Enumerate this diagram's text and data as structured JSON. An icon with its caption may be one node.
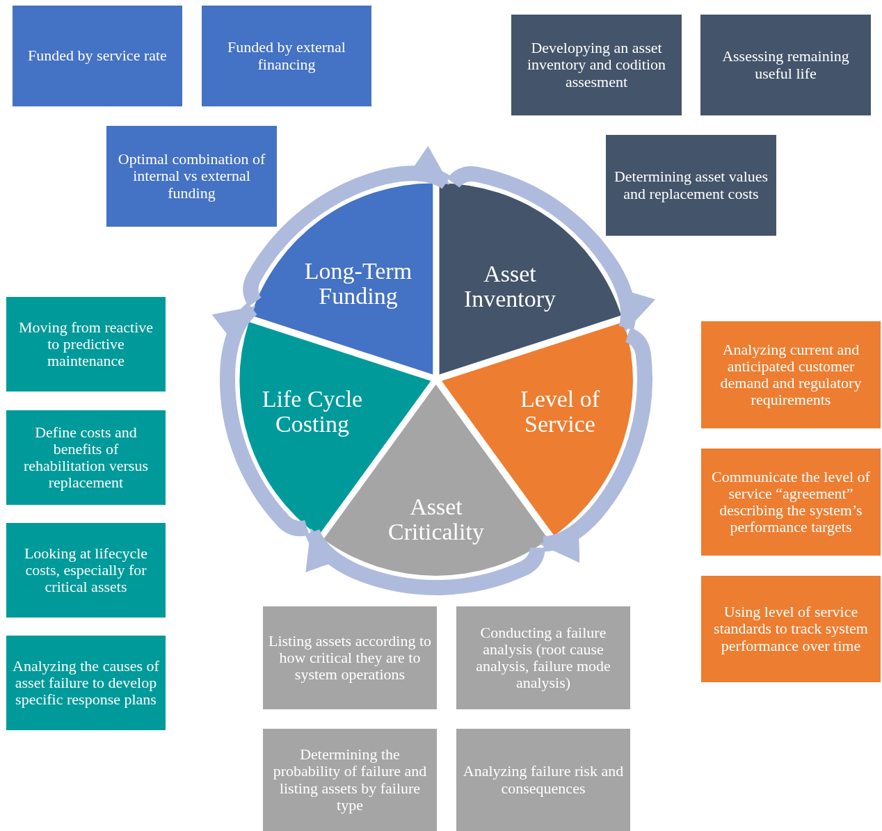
{
  "diagram": {
    "nodes": [
      {
        "text": [
          "Long-Term Funding"
        ]
      },
      {
        "text": [
          "Asset Inventory"
        ]
      },
      {
        "text": [
          "Level of Service"
        ]
      },
      {
        "text": [
          "Asset Criticality"
        ]
      },
      {
        "text": [
          "Life Cycle Costing"
        ]
      },
      {
        "text": [
          "Funded by service rate"
        ]
      },
      {
        "text": [
          "Funded by external financing"
        ]
      },
      {
        "text": [
          "Optimal combination of internal vs external funding"
        ]
      },
      {
        "text": [
          "Developying an asset inventory and codition assesment"
        ]
      },
      {
        "text": [
          "Assessing remaining useful life"
        ]
      },
      {
        "text": [
          "Determining asset values and replacement costs"
        ]
      },
      {
        "text": [
          "Analyzing current and anticipated customer demand and regulatory requirements"
        ]
      },
      {
        "text": [
          "Communicate the level of service “agreement” describing the system’s performance targets"
        ]
      },
      {
        "text": [
          "Using level of service standards to track system performance over time"
        ]
      },
      {
        "text": [
          "Listing assets according to how critical they are to system operations"
        ]
      },
      {
        "text": [
          "Conducting a failure analysis (root cause analysis, failure mode analysis)"
        ]
      },
      {
        "text": [
          "Determining the probability of failure and listing assets by failure type"
        ]
      },
      {
        "text": [
          "Analyzing failure risk and consequences"
        ]
      },
      {
        "text": [
          "Moving from reactive to predictive maintenance"
        ]
      },
      {
        "text": [
          "Define costs and benefits of rehabilitation versus replacement"
        ]
      },
      {
        "text": [
          "Looking at lifecycle costs, especially for critical assets"
        ]
      },
      {
        "text": [
          "Analyzing the causes of asset failure to develop specific response plans"
        ]
      }
    ],
    "edges": [
      {
        "from": 0,
        "to": 1,
        "arrow": "to"
      },
      {
        "from": 1,
        "to": 2,
        "arrow": "to"
      },
      {
        "from": 2,
        "to": 3,
        "arrow": "to"
      },
      {
        "from": 3,
        "to": 4,
        "arrow": "to"
      },
      {
        "from": 4,
        "to": 0,
        "arrow": "to"
      }
    ]
  }
}
